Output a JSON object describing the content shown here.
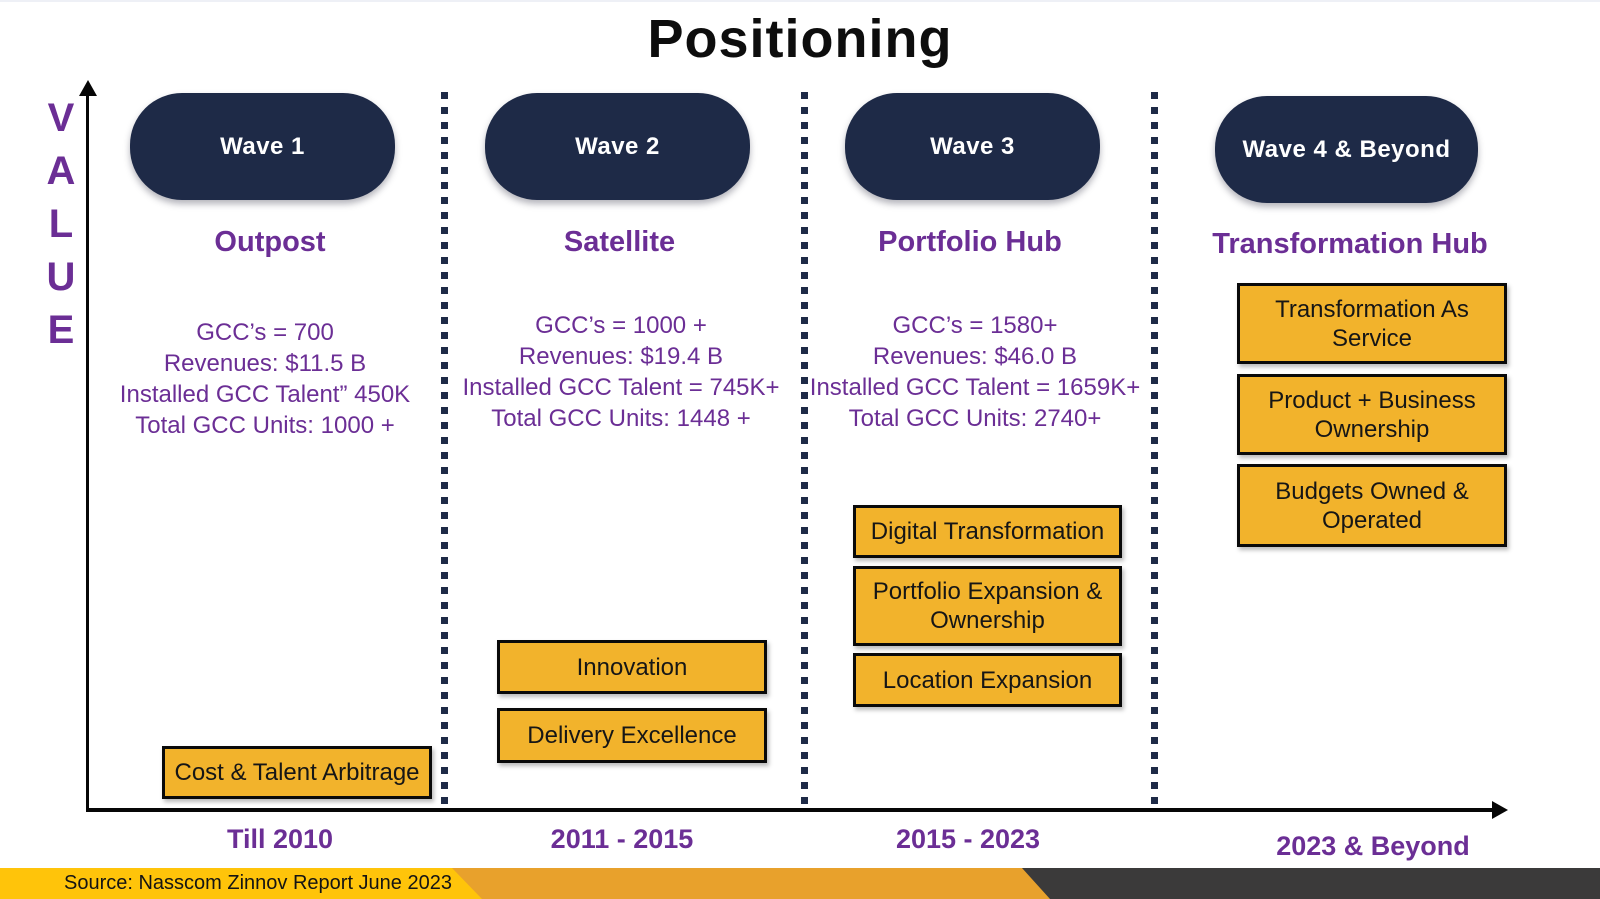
{
  "title": "Positioning",
  "y_axis": {
    "letters": [
      "V",
      "A",
      "L",
      "U",
      "E"
    ]
  },
  "columns": [
    {
      "wave": "Wave 1",
      "stage": "Outpost",
      "stats": [
        "GCC’s = 700",
        "Revenues: $11.5 B",
        "Installed GCC Talent” 450K",
        "Total GCC Units: 1000 +"
      ],
      "boxes": [
        "Cost & Talent Arbitrage"
      ],
      "period": "Till 2010"
    },
    {
      "wave": "Wave 2",
      "stage": "Satellite",
      "stats": [
        "GCC’s = 1000 +",
        "Revenues: $19.4 B",
        "Installed GCC Talent = 745K+",
        "Total GCC Units: 1448 +"
      ],
      "boxes": [
        "Innovation",
        "Delivery Excellence"
      ],
      "period": "2011 - 2015"
    },
    {
      "wave": "Wave 3",
      "stage": "Portfolio Hub",
      "stats": [
        "GCC’s = 1580+",
        "Revenues: $46.0 B",
        "Installed GCC Talent = 1659K+",
        "Total GCC Units: 2740+"
      ],
      "boxes": [
        "Digital Transformation",
        "Portfolio Expansion & Ownership",
        "Location Expansion"
      ],
      "period": "2015 - 2023"
    },
    {
      "wave": "Wave 4 & Beyond",
      "stage": "Transformation Hub",
      "stats": [],
      "boxes": [
        "Transformation As Service",
        "Product + Business Ownership",
        "Budgets Owned & Operated"
      ],
      "period": "2023 & Beyond"
    }
  ],
  "footer": {
    "source": "Source: Nasscom Zinnov Report June 2023"
  },
  "colors": {
    "pill_navy": "#1E2A47",
    "purple": "#6B2E95",
    "box_yellow": "#F2B32C",
    "footer_yellow": "#FFC40A",
    "footer_orange": "#E8A12C",
    "footer_dark": "#3B3A3A",
    "axis_black": "#060606"
  }
}
